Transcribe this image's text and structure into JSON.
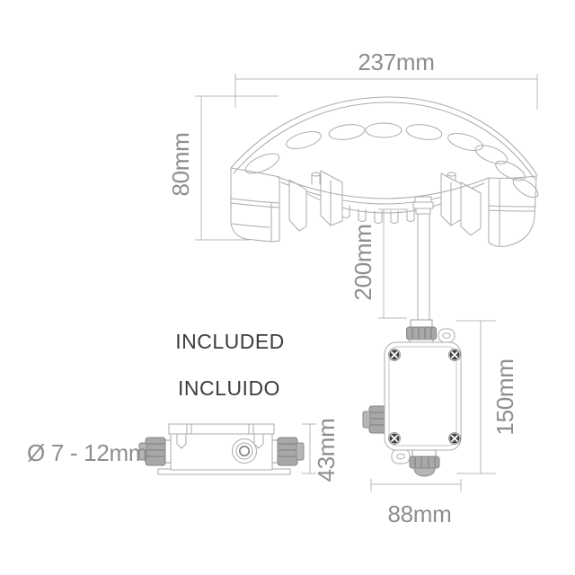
{
  "document": {
    "kind": "technical dimension drawing",
    "subject": "curved LED luminaire with external junction box"
  },
  "dimensions": {
    "fixture_width": "237mm",
    "fixture_height": "80mm",
    "cable_length": "200mm",
    "junction_box_height": "150mm",
    "junction_box_width": "88mm",
    "junction_box_depth": "43mm",
    "cable_gland_range": "Ø 7 - 12mm"
  },
  "notes": {
    "included_en": "INCLUDED",
    "included_es": "INCLUIDO"
  },
  "colors": {
    "background": "#ffffff",
    "drawing_line": "#ababab",
    "dimension_line": "#b8b8b8",
    "dimension_text": "#8e8e8e",
    "note_text": "#3c3c3c",
    "gland_fill": "#a8a8a8",
    "screw_fill": "#474747"
  }
}
